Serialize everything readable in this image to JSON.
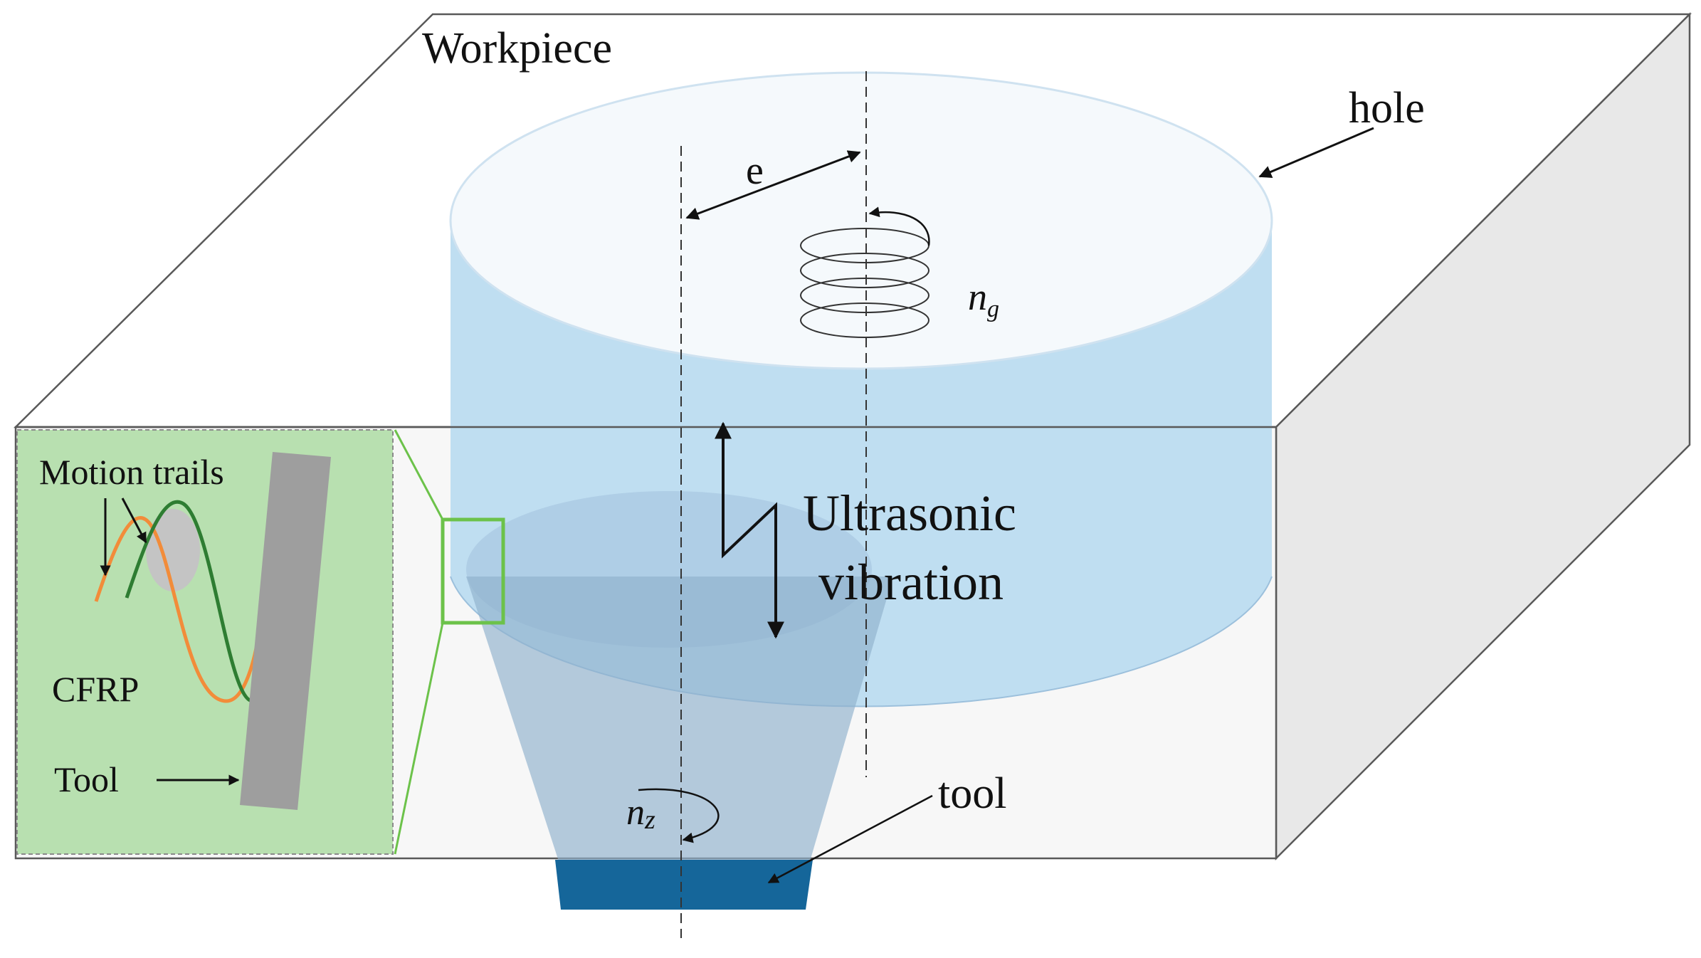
{
  "labels": {
    "workpiece": "Workpiece",
    "hole": "hole",
    "eccentricity": "e",
    "spindle_speed_symbol": "n",
    "spindle_speed_subscript": "g",
    "ultrasonic_line1": "Ultrasonic",
    "ultrasonic_line2": "vibration",
    "tool": "tool",
    "rotation_symbol": "n",
    "rotation_subscript": "z"
  },
  "inset": {
    "motion_trails": "Motion trails",
    "material": "CFRP",
    "tool": "Tool"
  },
  "colors": {
    "box_outline": "#595959",
    "workpiece_front": "#f7f7f7",
    "workpiece_side": "#e6e6e6",
    "hole_body": "#bcdcf0",
    "hole_top": "#f5f9fc",
    "tool_cone": "#9bbbd6",
    "tool_tip": "#1a6a96",
    "inset_bg": "#b8e0b0",
    "inset_frame": "#6cc24a",
    "trail_orange": "#f28c3a",
    "trail_green": "#2e7d32",
    "inset_tool": "#9e9e9e"
  }
}
